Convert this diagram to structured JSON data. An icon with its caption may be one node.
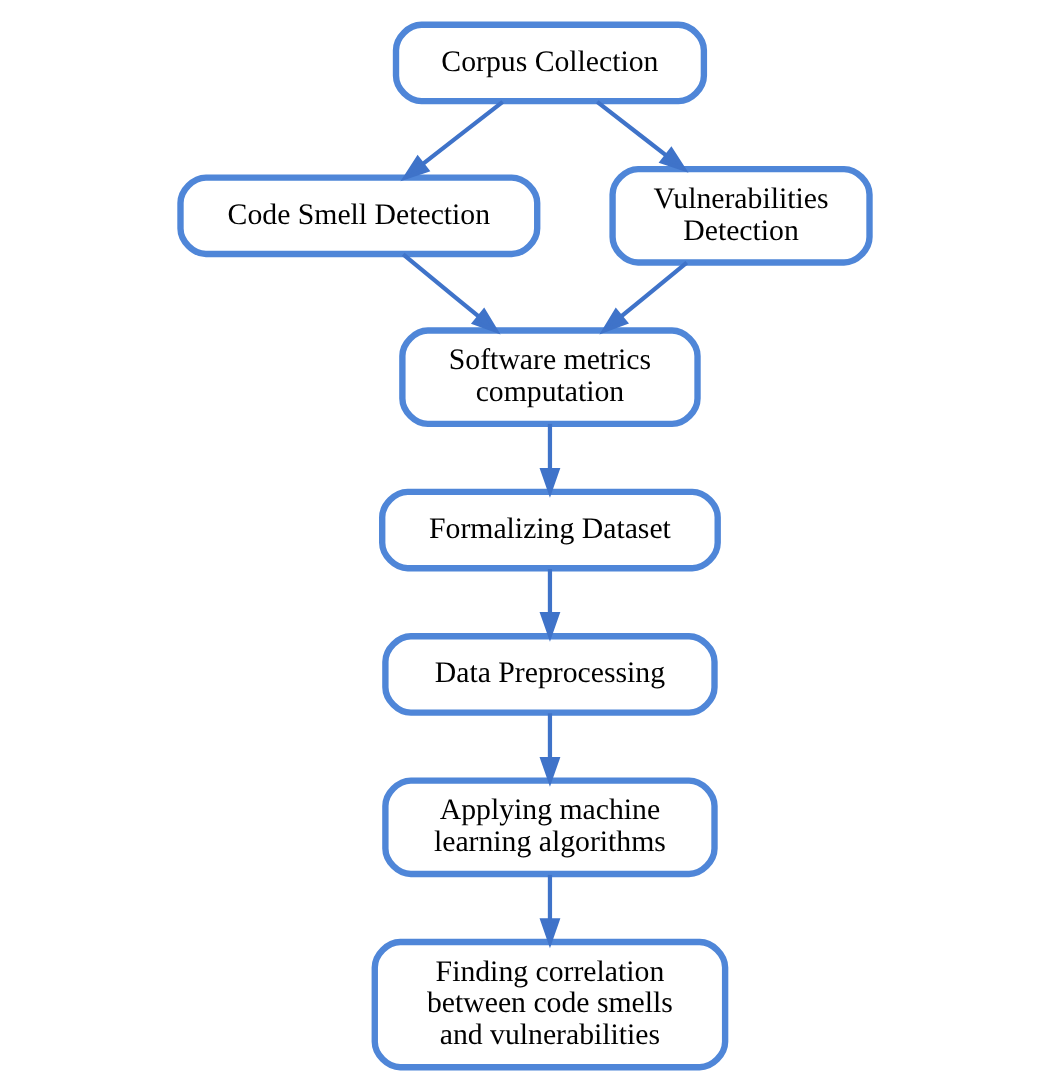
{
  "diagram": {
    "nodes": [
      {
        "text": [
          "Corpus Collection"
        ]
      },
      {
        "text": [
          "Code Smell Detection"
        ]
      },
      {
        "text": [
          "Vulnerabilities Detection"
        ]
      },
      {
        "text": [
          "Software metrics computation"
        ]
      },
      {
        "text": [
          "Formalizing Dataset"
        ]
      },
      {
        "text": [
          "Data Preprocessing"
        ]
      },
      {
        "text": [
          "Applying machine learning algorithms"
        ]
      },
      {
        "text": [
          "Finding correlation between code smells and vulnerabilities"
        ]
      }
    ],
    "edges": [
      {
        "from": 0,
        "to": 1,
        "arrow": "to"
      },
      {
        "from": 0,
        "to": 2,
        "arrow": "to"
      },
      {
        "from": 1,
        "to": 3,
        "arrow": "to"
      },
      {
        "from": 2,
        "to": 3,
        "arrow": "to"
      },
      {
        "from": 3,
        "to": 4,
        "arrow": "to"
      },
      {
        "from": 4,
        "to": 5,
        "arrow": "to"
      },
      {
        "from": 5,
        "to": 6,
        "arrow": "to"
      },
      {
        "from": 6,
        "to": 7,
        "arrow": "to"
      }
    ]
  }
}
